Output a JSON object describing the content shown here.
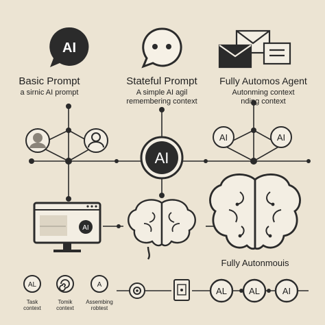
{
  "columns": [
    {
      "title": "Basic Prompt",
      "subtitle": "a sirnic AI prompt",
      "icon": "ai-chat-bubble-icon"
    },
    {
      "title": "Stateful Prompt",
      "subtitle_line1": "A simple AI agil",
      "subtitle_line2": "remembering context",
      "icon": "speech-bubble-icon"
    },
    {
      "title": "Fully Automos Agent",
      "subtitle_line1": "Autonming context",
      "subtitle_line2": "nding context",
      "icon": "envelopes-icon"
    }
  ],
  "hub": {
    "label": "AI"
  },
  "nodes": {
    "left_node_a": "AI",
    "left_node_b": "AI",
    "monitor_badge": "AI"
  },
  "big_brain": {
    "caption": "Fully Autonmouis"
  },
  "bottom_left": {
    "items": [
      {
        "icon_text": "AL",
        "caption_line1": "Task",
        "caption_line2": "context"
      },
      {
        "icon_text": "",
        "caption_line1": "Tomik",
        "caption_line2": "context"
      },
      {
        "icon_text": "A",
        "caption_line1": "Assembing",
        "caption_line2": "robtest"
      }
    ]
  },
  "bottom_right": {
    "nodes": [
      "AL",
      "AL",
      "AI"
    ]
  },
  "colors": {
    "background": "#ece4d3",
    "ink": "#1f1f1f",
    "hub_fill": "#2b2b2b",
    "light_fill": "#f3eee3"
  }
}
